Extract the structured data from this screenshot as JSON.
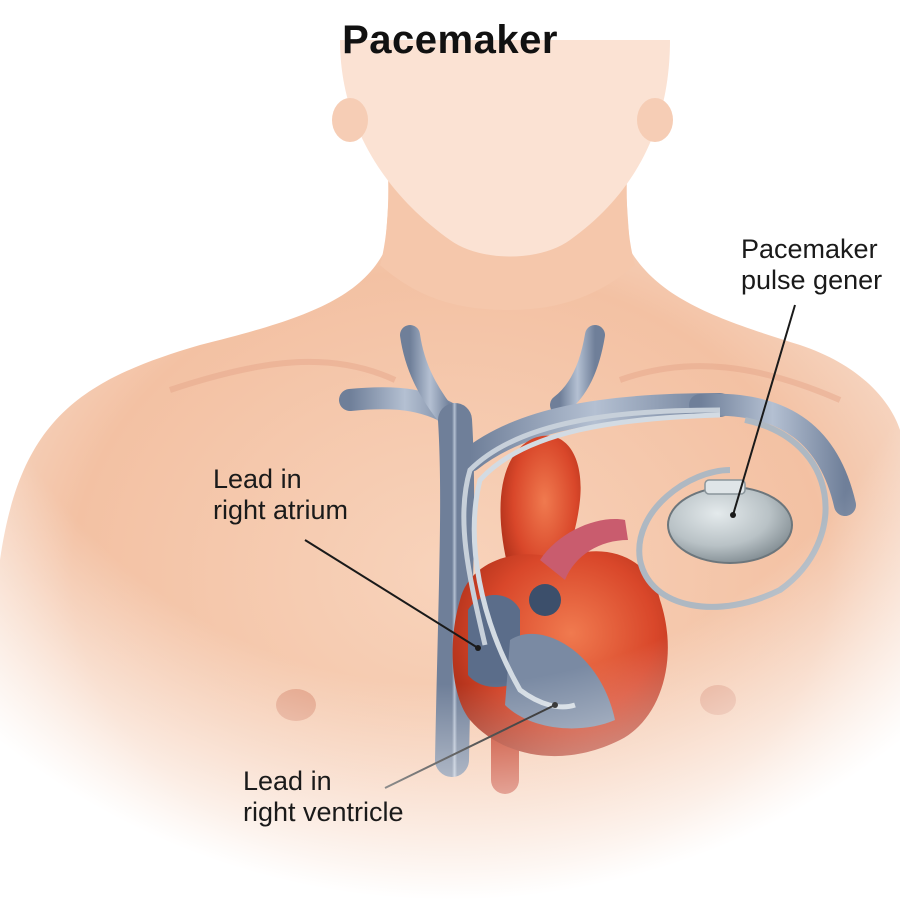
{
  "title": "Pacemaker",
  "labels": {
    "generator": {
      "line1": "Pacemaker",
      "line2": "pulse gener"
    },
    "atrium": {
      "line1": "Lead in",
      "line2": "right atrium"
    },
    "ventricle": {
      "line1": "Lead in",
      "line2": "right ventricle"
    }
  },
  "colors": {
    "skin": "#f6c9ad",
    "skin_shadow": "#e8a98a",
    "vein": "#8d9cb3",
    "heart": "#d9472a",
    "generator": "#b9c2c6"
  }
}
